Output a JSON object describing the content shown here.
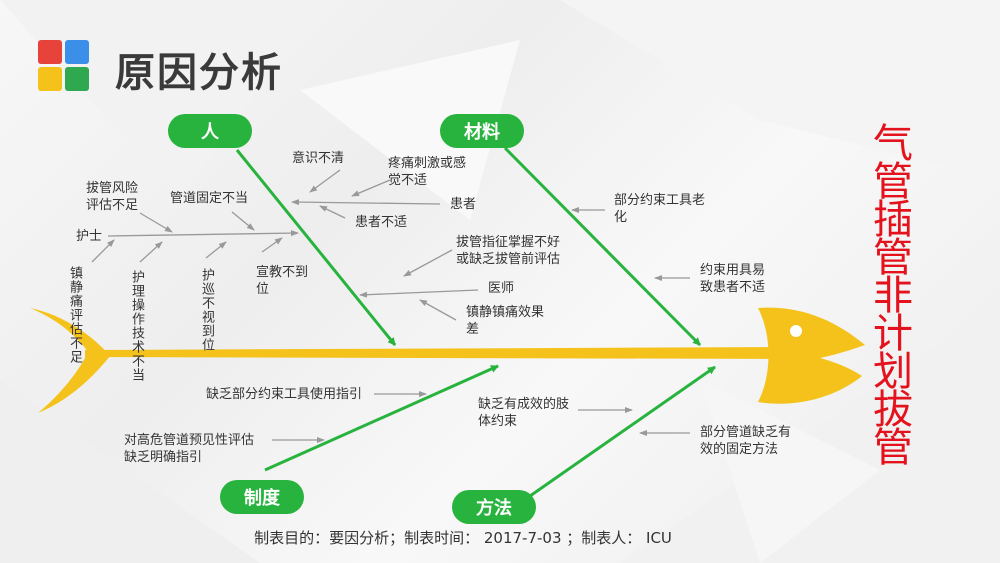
{
  "title": "原因分析",
  "problem": "气管插管非计划拔管",
  "footer": "制表目的：要因分析；制表时间： 2017-7-03 ；制表人： ICU",
  "categories": {
    "person": "人",
    "material": "材料",
    "system": "制度",
    "method": "方法"
  },
  "causes": {
    "yishi": "意识不清",
    "tengtong": "疼痛刺激或感\n觉不适",
    "huanzhe": "患者",
    "huanzhe_busi": "患者不适",
    "baguan_fengxian": "拔管风险\n评估不足",
    "guandao_guding": "管道固定不当",
    "hushi": "护士",
    "zhenjing_pinggu": "镇静痛评估不足",
    "huli_caozuo": "护理操作技术不当",
    "hushi_xunshi": "护巡不视到位",
    "xuanjiao": "宣教不到\n位",
    "baguan_zhizheng": "拔管指征掌握不好\n或缺乏拔管前评估",
    "yishi_doctor": "医师",
    "zhenjing_xiaoguo": "镇静镇痛效果\n差",
    "yueshu_laohua": "部分约束工具老\n化",
    "yueshu_yiyi": "约束用具易\n致患者不适",
    "quefa_zhiyin": "缺乏部分约束工具使用指引",
    "gaowei_pinggu": "对高危管道预见性评估\n缺乏明确指引",
    "quefa_yueshu": "缺乏有成效的肢\n体约束",
    "guding_fangfa": "部分管道缺乏有\n效的固定方法"
  },
  "colors": {
    "spine": "#f4c21a",
    "category": "#27b33e",
    "title_red": "#e3121c",
    "arrow_gray": "#999999"
  }
}
